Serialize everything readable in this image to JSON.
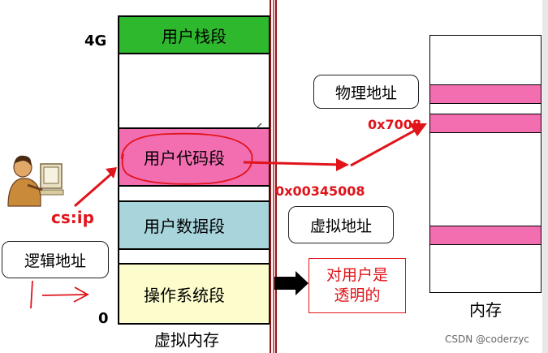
{
  "virtual_memory": {
    "label_4g": "4G",
    "label_0": "0",
    "caption": "虚拟内存",
    "segments": {
      "stack": "用户栈段",
      "code": "用户代码段",
      "data": "用户数据段",
      "os": "操作系统段"
    }
  },
  "logical": {
    "address": "cs:ip",
    "caption": "逻辑地址"
  },
  "virtual_address": {
    "value": "0x00345008",
    "caption": "虚拟地址"
  },
  "physical_address": {
    "value": "0x7008",
    "caption": "物理地址"
  },
  "transparency_note": "对用户是\n透明的",
  "physical_memory": {
    "caption": "内存"
  },
  "watermark": "CSDN @coderzyc",
  "colors": {
    "stack": "#2eb82e",
    "code": "#f26eb0",
    "data": "#a8d4dc",
    "os": "#fdfccc",
    "accent_red": "#e0141a"
  }
}
